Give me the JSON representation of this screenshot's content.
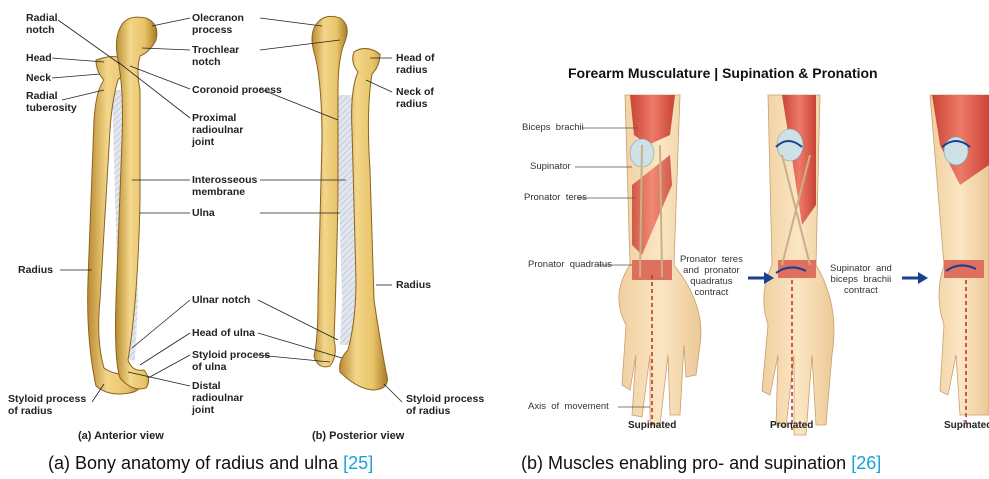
{
  "left_figure": {
    "labels": {
      "radial_notch": "Radial\nnotch",
      "head": "Head",
      "neck": "Neck",
      "radial_tuberosity": "Radial\ntuberosity",
      "radius": "Radius",
      "styloid_radius": "Styloid process\nof radius",
      "olecranon": "Olecranon\nprocess",
      "trochlear": "Trochlear\nnotch",
      "coronoid": "Coronoid process",
      "proximal_joint": "Proximal\nradioulnar\njoint",
      "interosseous": "Interosseous\nmembrane",
      "ulna": "Ulna",
      "ulnar_notch": "Ulnar notch",
      "head_ulna": "Head of ulna",
      "styloid_ulna": "Styloid process\nof ulna",
      "distal_joint": "Distal\nradioulnar\njoint",
      "head_radius_post": "Head of\nradius",
      "neck_radius_post": "Neck of\nradius",
      "radius_post": "Radius",
      "styloid_radius_post": "Styloid process\nof radius"
    },
    "view_a": "(a) Anterior view",
    "view_b": "(b) Posterior view",
    "caption_text": "(a) Bony anatomy of radius and ulna ",
    "caption_ref": "[25]"
  },
  "right_figure": {
    "title": "Forearm Musculature | Supination & Pronation",
    "labels": {
      "biceps": "Biceps  brachii",
      "supinator": "Supinator",
      "pronator_teres": "Pronator  teres",
      "pronator_quadratus": "Pronator  quadratus",
      "axis": "Axis  of  movement",
      "contract1": "Pronator  teres\nand  pronator\nquadratus\ncontract",
      "contract2": "Supinator  and\nbiceps  brachii\ncontract"
    },
    "bottom": {
      "supinated": "Supinated",
      "pronated": "Pronated",
      "supinated2": "Supinated"
    },
    "caption_text": "(b) Muscles enabling pro- and supination ",
    "caption_ref": "[26]"
  },
  "colors": {
    "bone": "#e8c469",
    "bone_dark": "#b98a2f",
    "membrane": "#d6dbe6",
    "skin": "#f8dfb8",
    "muscle": "#d9574b",
    "arrow": "#1c3f95",
    "axis_line": "#c0392b",
    "ref": "#1aa0d8"
  }
}
